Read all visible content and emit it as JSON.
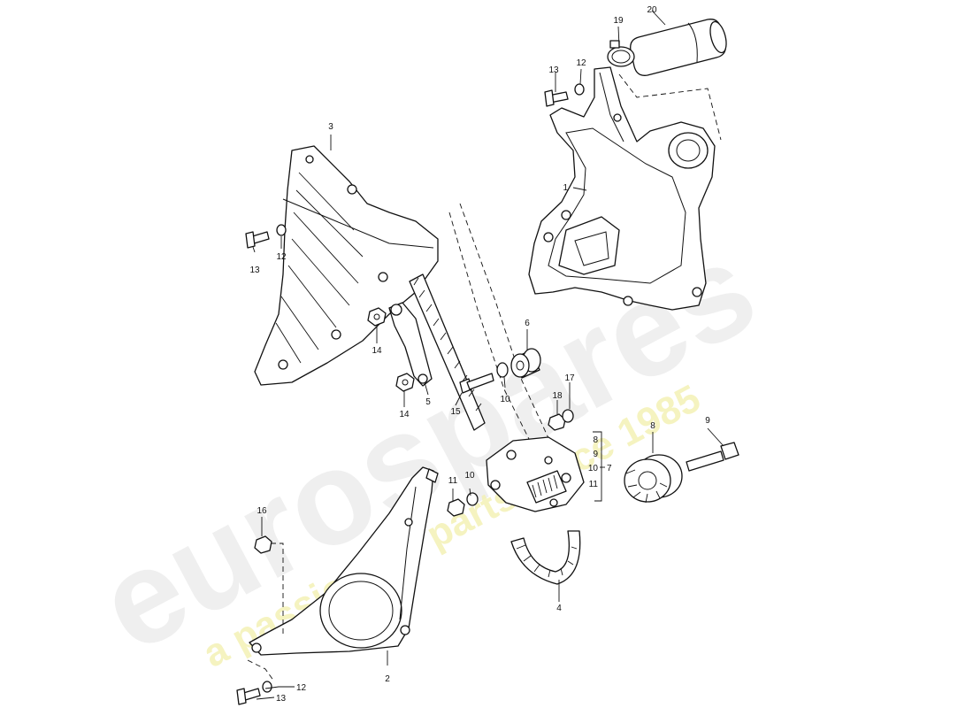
{
  "watermark": {
    "brand": "eurospares",
    "tagline": "a passion for parts since 1985",
    "brand_color": "#e9e9e9",
    "tagline_color": "#f2f0b0"
  },
  "callouts": {
    "c1": "1",
    "c2": "2",
    "c3": "3",
    "c4": "4",
    "c5": "5",
    "c6": "6",
    "c8": "8",
    "c9": "9",
    "c10a": "10",
    "c10b": "10",
    "c11": "11",
    "c12a": "12",
    "c12b": "12",
    "c12c": "12",
    "c13a": "13",
    "c13b": "13",
    "c13c": "13",
    "c14a": "14",
    "c14b": "14",
    "c15": "15",
    "c16": "16",
    "c17": "17",
    "c18": "18",
    "c19": "19",
    "c20": "20"
  },
  "group_label": {
    "items": [
      "8",
      "9",
      "10",
      "11"
    ],
    "assembly": "7"
  }
}
